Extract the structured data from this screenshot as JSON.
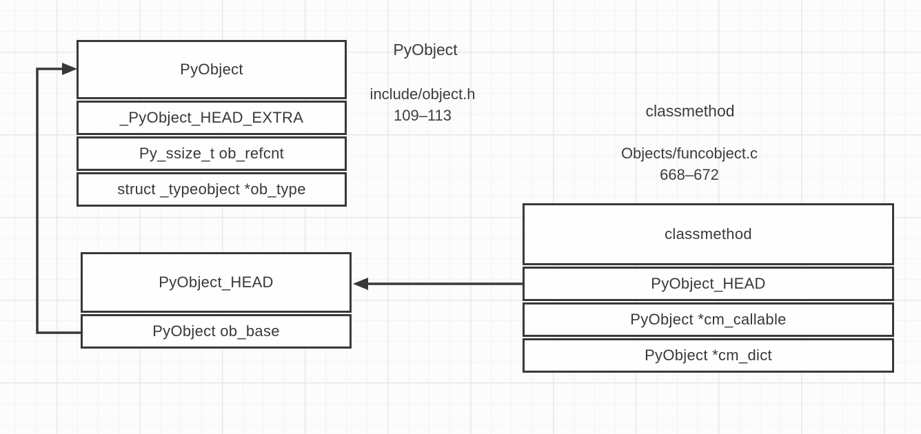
{
  "colors": {
    "ink": "#383838",
    "cell_bg": "#fefefe",
    "grid_minor": "#f4f2f2",
    "grid_major": "#e9e6e6"
  },
  "annotations": {
    "pyobject": {
      "title": "PyObject",
      "file": "include/object.h",
      "lines": "109–113"
    },
    "classmethod": {
      "title": "classmethod",
      "file": "Objects/funcobject.c",
      "lines": "668–672"
    }
  },
  "boxes": {
    "pyobject": {
      "header": "PyObject",
      "rows": [
        "_PyObject_HEAD_EXTRA",
        "Py_ssize_t ob_refcnt",
        "struct _typeobject *ob_type"
      ]
    },
    "pyobject_head": {
      "header": "PyObject_HEAD",
      "rows": [
        "PyObject ob_base"
      ]
    },
    "classmethod": {
      "header": "classmethod",
      "rows": [
        "PyObject_HEAD",
        "PyObject *cm_callable",
        "PyObject *cm_dict"
      ]
    }
  }
}
